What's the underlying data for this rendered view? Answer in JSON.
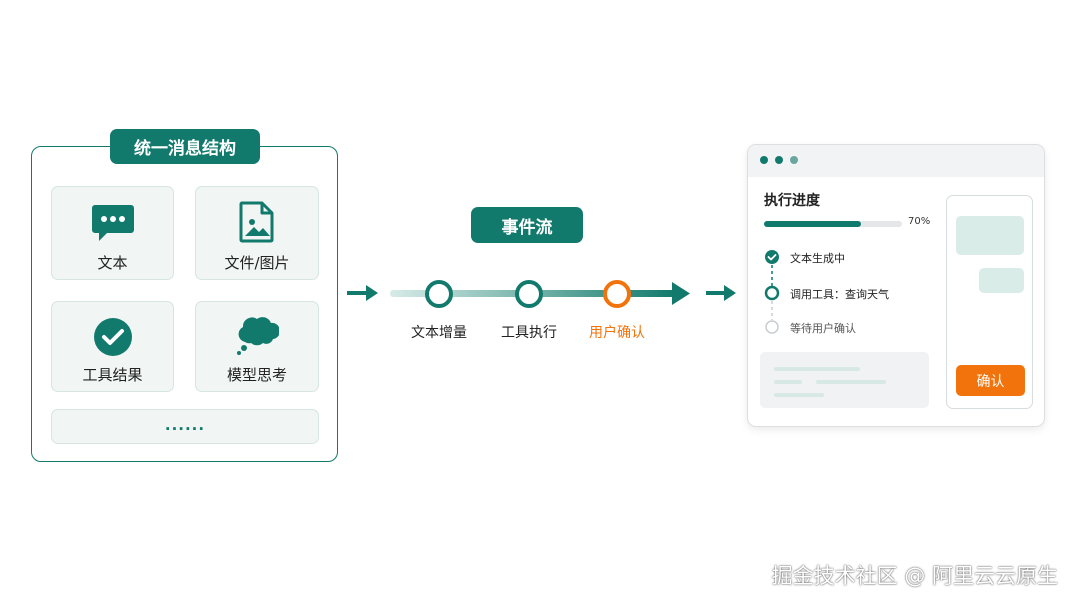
{
  "left_panel": {
    "title": "统一消息结构",
    "cards": [
      {
        "label": "文本",
        "icon": "chat-bubble-icon"
      },
      {
        "label": "文件/图片",
        "icon": "file-image-icon"
      },
      {
        "label": "工具结果",
        "icon": "check-circle-icon"
      },
      {
        "label": "模型思考",
        "icon": "thought-cloud-icon"
      }
    ],
    "more": "......"
  },
  "event_flow": {
    "title": "事件流",
    "steps": [
      {
        "label": "文本增量",
        "color": "#127a6c"
      },
      {
        "label": "工具执行",
        "color": "#127a6c"
      },
      {
        "label": "用户确认",
        "color": "#f2730b"
      }
    ]
  },
  "window": {
    "progress_title": "执行进度",
    "progress_percent": 70,
    "progress_text": "70%",
    "steps": [
      {
        "label": "文本生成中",
        "state": "done"
      },
      {
        "label": "调用工具：查询天气",
        "state": "active"
      },
      {
        "label": "等待用户确认",
        "state": "pending"
      }
    ],
    "confirm_label": "确认"
  },
  "watermark": "掘金技术社区 @ 阿里云云原生",
  "colors": {
    "accent": "#127a6c",
    "orange": "#f2730b",
    "light_teal": "#d9ece8"
  }
}
